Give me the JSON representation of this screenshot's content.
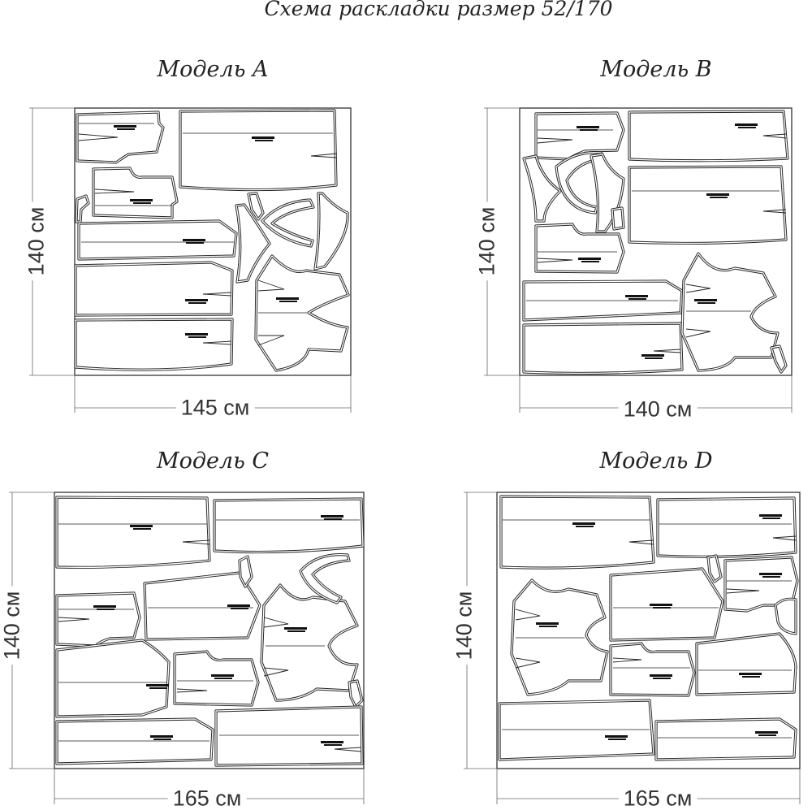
{
  "title": "Схема раскладки размер 52/170",
  "models": [
    {
      "name": "Модель A",
      "height": "140 см",
      "width": "145 см"
    },
    {
      "name": "Модель B",
      "height": "140 см",
      "width": "140 см"
    },
    {
      "name": "Модель C",
      "height": "140 см",
      "width": "165 см"
    },
    {
      "name": "Модель D",
      "height": "140 см",
      "width": "165 см"
    }
  ]
}
